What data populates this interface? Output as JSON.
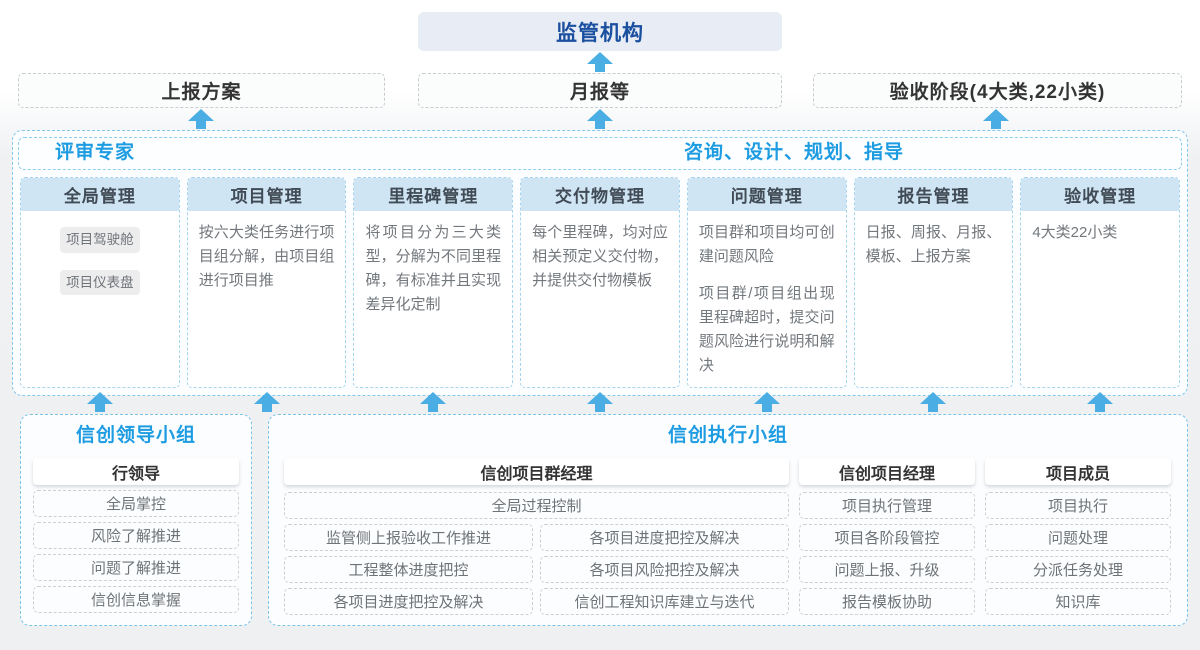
{
  "colors": {
    "accent_blue": "#1e9ce2",
    "arrow_blue": "#4aade3",
    "column_header_fill": "#cfe5f4",
    "regulator_fill": "#e7ecf5",
    "regulator_text": "#1b4f9f",
    "dashed_blue_border": "#82c6ea",
    "dashed_gray_border": "#c9cccf"
  },
  "top_box": {
    "label": "监管机构"
  },
  "report_row": {
    "plan": "上报方案",
    "monthly": "月报等",
    "acceptance": "验收阶段(4大类,22小类)"
  },
  "expert_bar": {
    "left_label": "评审专家",
    "right_label": "咨询、设计、规划、指导"
  },
  "columns": [
    {
      "title": "全局管理",
      "buttons": [
        "项目驾驶舱",
        "项目仪表盘"
      ]
    },
    {
      "title": "项目管理",
      "body": "按六大类任务进行项目组分解，由项目组进行项目推"
    },
    {
      "title": "里程碑管理",
      "body": "将项目分为三大类型，分解为不同里程碑，有标准并且实现差异化定制"
    },
    {
      "title": "交付物管理",
      "body": "每个里程碑，均对应相关预定义交付物，并提供交付物模板"
    },
    {
      "title": "问题管理",
      "paragraphs": [
        "项目群和项目均可创建问题风险",
        "项目群/项目组出现里程碑超时，提交问题风险进行说明和解决"
      ]
    },
    {
      "title": "报告管理",
      "body": "日报、周报、月报、模板、上报方案"
    },
    {
      "title": "验收管理",
      "body": "4大类22小类"
    }
  ],
  "leadership_group": {
    "title": "信创领导小组",
    "role": "行领导",
    "items": [
      "全局掌控",
      "风险了解推进",
      "问题了解推进",
      "信创信息掌握"
    ]
  },
  "execution_group": {
    "title": "信创执行小组",
    "program_manager": {
      "role": "信创项目群经理",
      "top_item": "全局过程控制",
      "left_items": [
        "监管侧上报验收工作推进",
        "工程整体进度把控",
        "各项目进度把控及解决"
      ],
      "right_items": [
        "各项目进度把控及解决",
        "各项目风险把控及解决",
        "信创工程知识库建立与迭代"
      ]
    },
    "project_manager": {
      "role": "信创项目经理",
      "items": [
        "项目执行管理",
        "项目各阶段管控",
        "问题上报、升级",
        "报告模板协助"
      ]
    },
    "member": {
      "role": "项目成员",
      "items": [
        "项目执行",
        "问题处理",
        "分派任务处理",
        "知识库"
      ]
    }
  }
}
